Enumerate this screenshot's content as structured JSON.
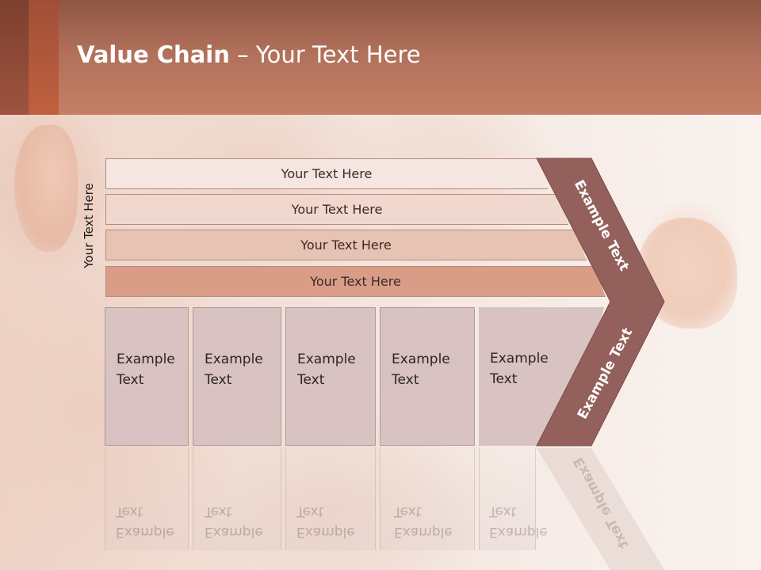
{
  "slide": {
    "title_bold": "Value Chain",
    "title_rest": " – Your Text Here"
  },
  "side_label": "Your Text Here",
  "bars": [
    {
      "label": "Your Text Here",
      "color": "#f6e6e2"
    },
    {
      "label": "Your Text Here",
      "color": "#f0d8cf"
    },
    {
      "label": "Your Text Here",
      "color": "#e7c3b4"
    },
    {
      "label": "Your Text Here",
      "color": "#d99d87"
    }
  ],
  "boxes": [
    {
      "label": "Example Text"
    },
    {
      "label": "Example Text"
    },
    {
      "label": "Example Text"
    },
    {
      "label": "Example Text"
    },
    {
      "label": "Example Text"
    }
  ],
  "chevron": {
    "top_label": "Example Text",
    "bottom_label": "Example Text",
    "color": "#94605c"
  }
}
